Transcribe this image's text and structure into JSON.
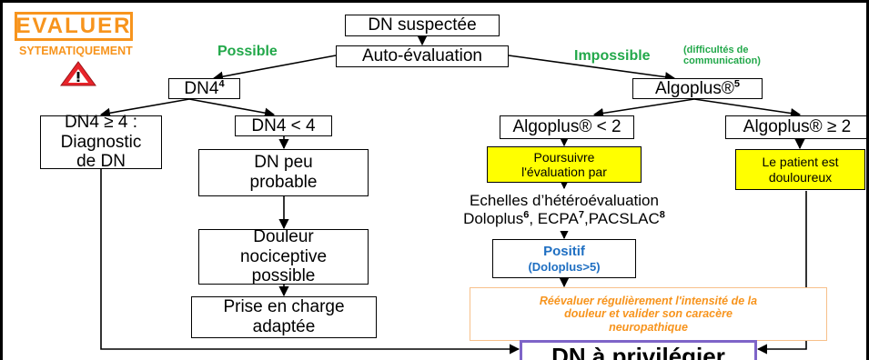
{
  "header": {
    "badge": "EVALUER",
    "subtitle": "SYTEMATIQUEMENT",
    "warning_icon": "warning-triangle-icon"
  },
  "nodes": {
    "dn_suspectee": "DN suspectée",
    "auto_evaluation": "Auto-évaluation",
    "dn4": "DN4",
    "dn4_sup": "4",
    "dn4_ge4": "DN4 ≥ 4 :\nDiagnostic\nde DN",
    "dn4_lt4": "DN4 < 4",
    "dn_peu_probable": "DN peu\nprobable",
    "douleur_nociceptive": "Douleur\nnociceptive\npossible",
    "prise_en_charge": "Prise en charge\nadaptée",
    "algoplus": "Algoplus®",
    "algoplus_sup": "5",
    "algoplus_lt2": "Algoplus® < 2",
    "algoplus_ge2": "Algoplus® ≥ 2",
    "poursuivre": "Poursuivre\nl'évaluation par",
    "patient_douloureux": "Le patient est\ndouloureux",
    "echelles_line1": "Echelles d’hétéroévaluation",
    "echelles_dolo": "Doloplus",
    "echelles_dolo_sup": "6",
    "echelles_ecpa": ", ECPA",
    "echelles_ecpa_sup": "7",
    "echelles_pacs": ",PACSLAC",
    "echelles_pacs_sup": "8",
    "positif": "Positif",
    "positif_sub": "(Doloplus>5)",
    "reevaluer": "Réévaluer régulièrement l'intensité de la\ndouleur et valider son caracère\nneuropathique",
    "dn_privilegier": "DN à privilégier"
  },
  "labels": {
    "possible": "Possible",
    "impossible": "Impossible",
    "impossible_note": "(difficultés de\ncommunication)"
  },
  "colors": {
    "badge_orange": "#f7941d",
    "green": "#22a84a",
    "blue": "#1f6fc2",
    "italic_orange": "#f7941d",
    "yellow": "#ffff00",
    "purple_border": "#7e64c8"
  }
}
